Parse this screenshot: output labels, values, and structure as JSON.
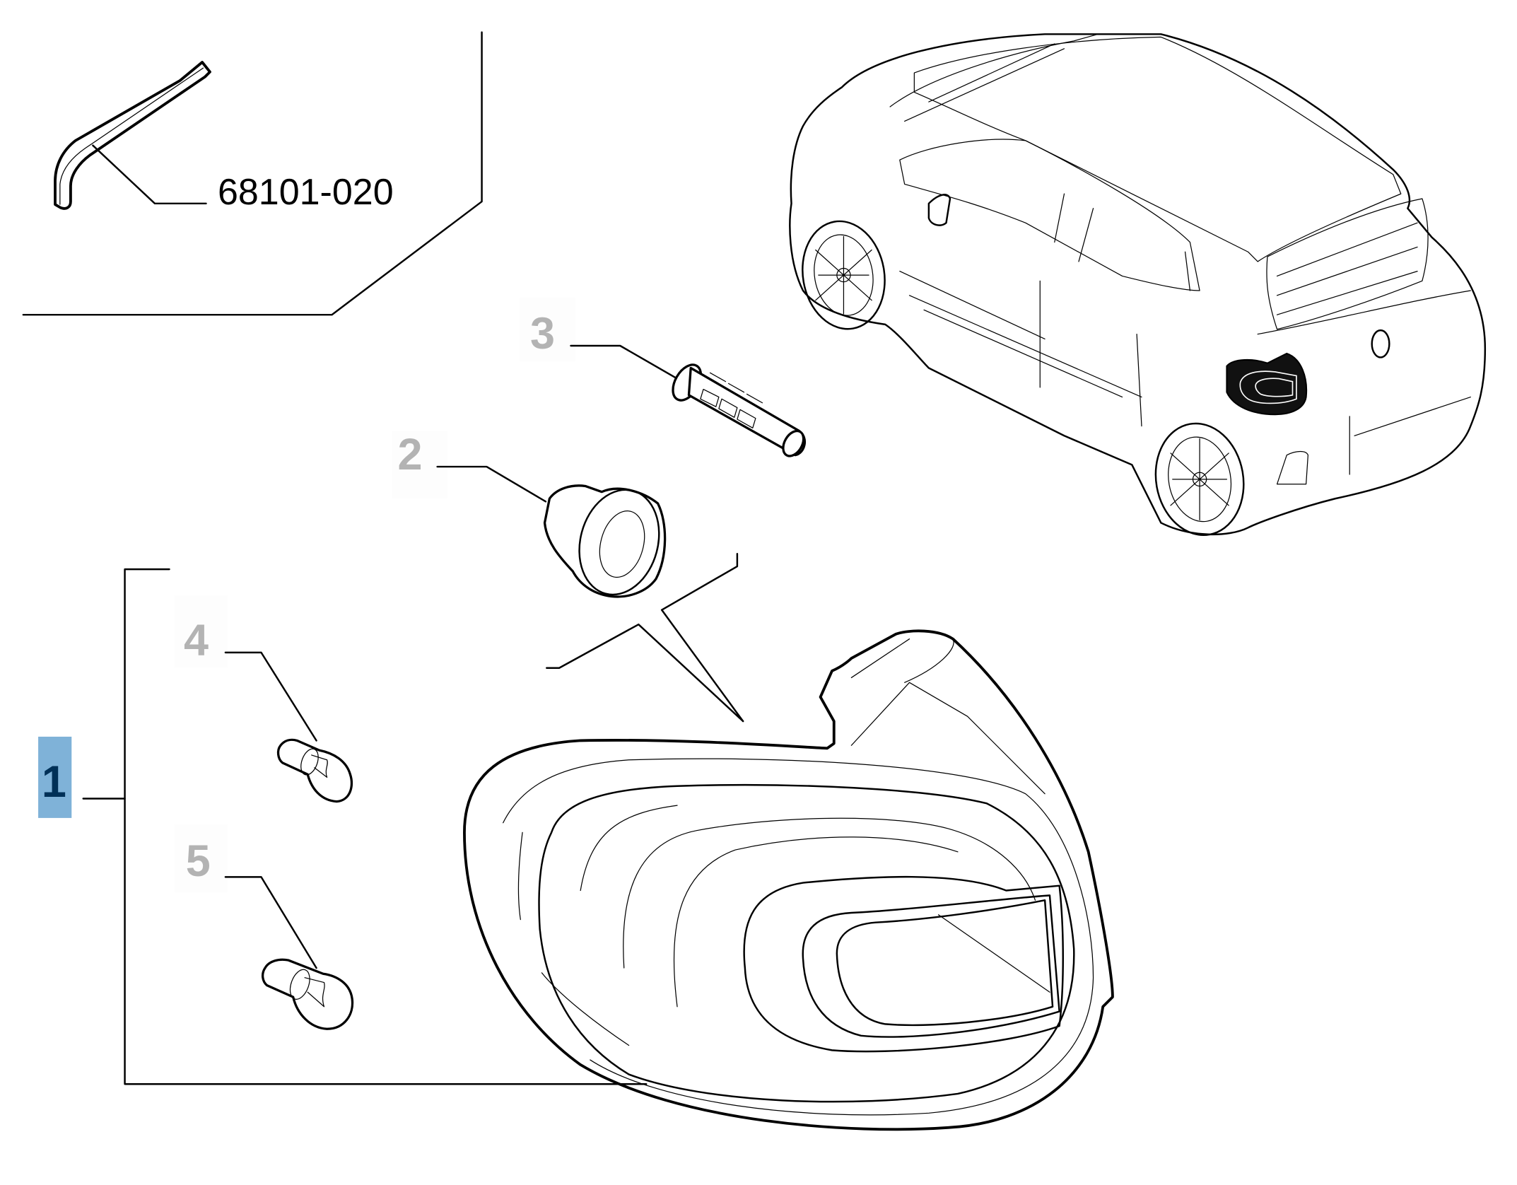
{
  "diagram": {
    "title": "Rear tail light assembly – exploded parts diagram",
    "colors": {
      "line": "#000000",
      "callout_gray": "#b3b3b3",
      "highlight_bg": "#7fb2d8",
      "highlight_text": "#003057",
      "background": "#ffffff"
    },
    "tool_reference": {
      "part_code": "68101-020",
      "icon": "hex-key-icon"
    },
    "callouts": [
      {
        "number": "1",
        "part": "tail-light-assembly",
        "highlighted": true
      },
      {
        "number": "2",
        "part": "grommet",
        "highlighted": false
      },
      {
        "number": "3",
        "part": "plastic-expansion-plug",
        "highlighted": false
      },
      {
        "number": "4",
        "part": "bulb",
        "highlighted": false
      },
      {
        "number": "5",
        "part": "bulb",
        "highlighted": false
      }
    ],
    "vehicle_icon": "vehicle-rear-three-quarter-view-icon"
  }
}
